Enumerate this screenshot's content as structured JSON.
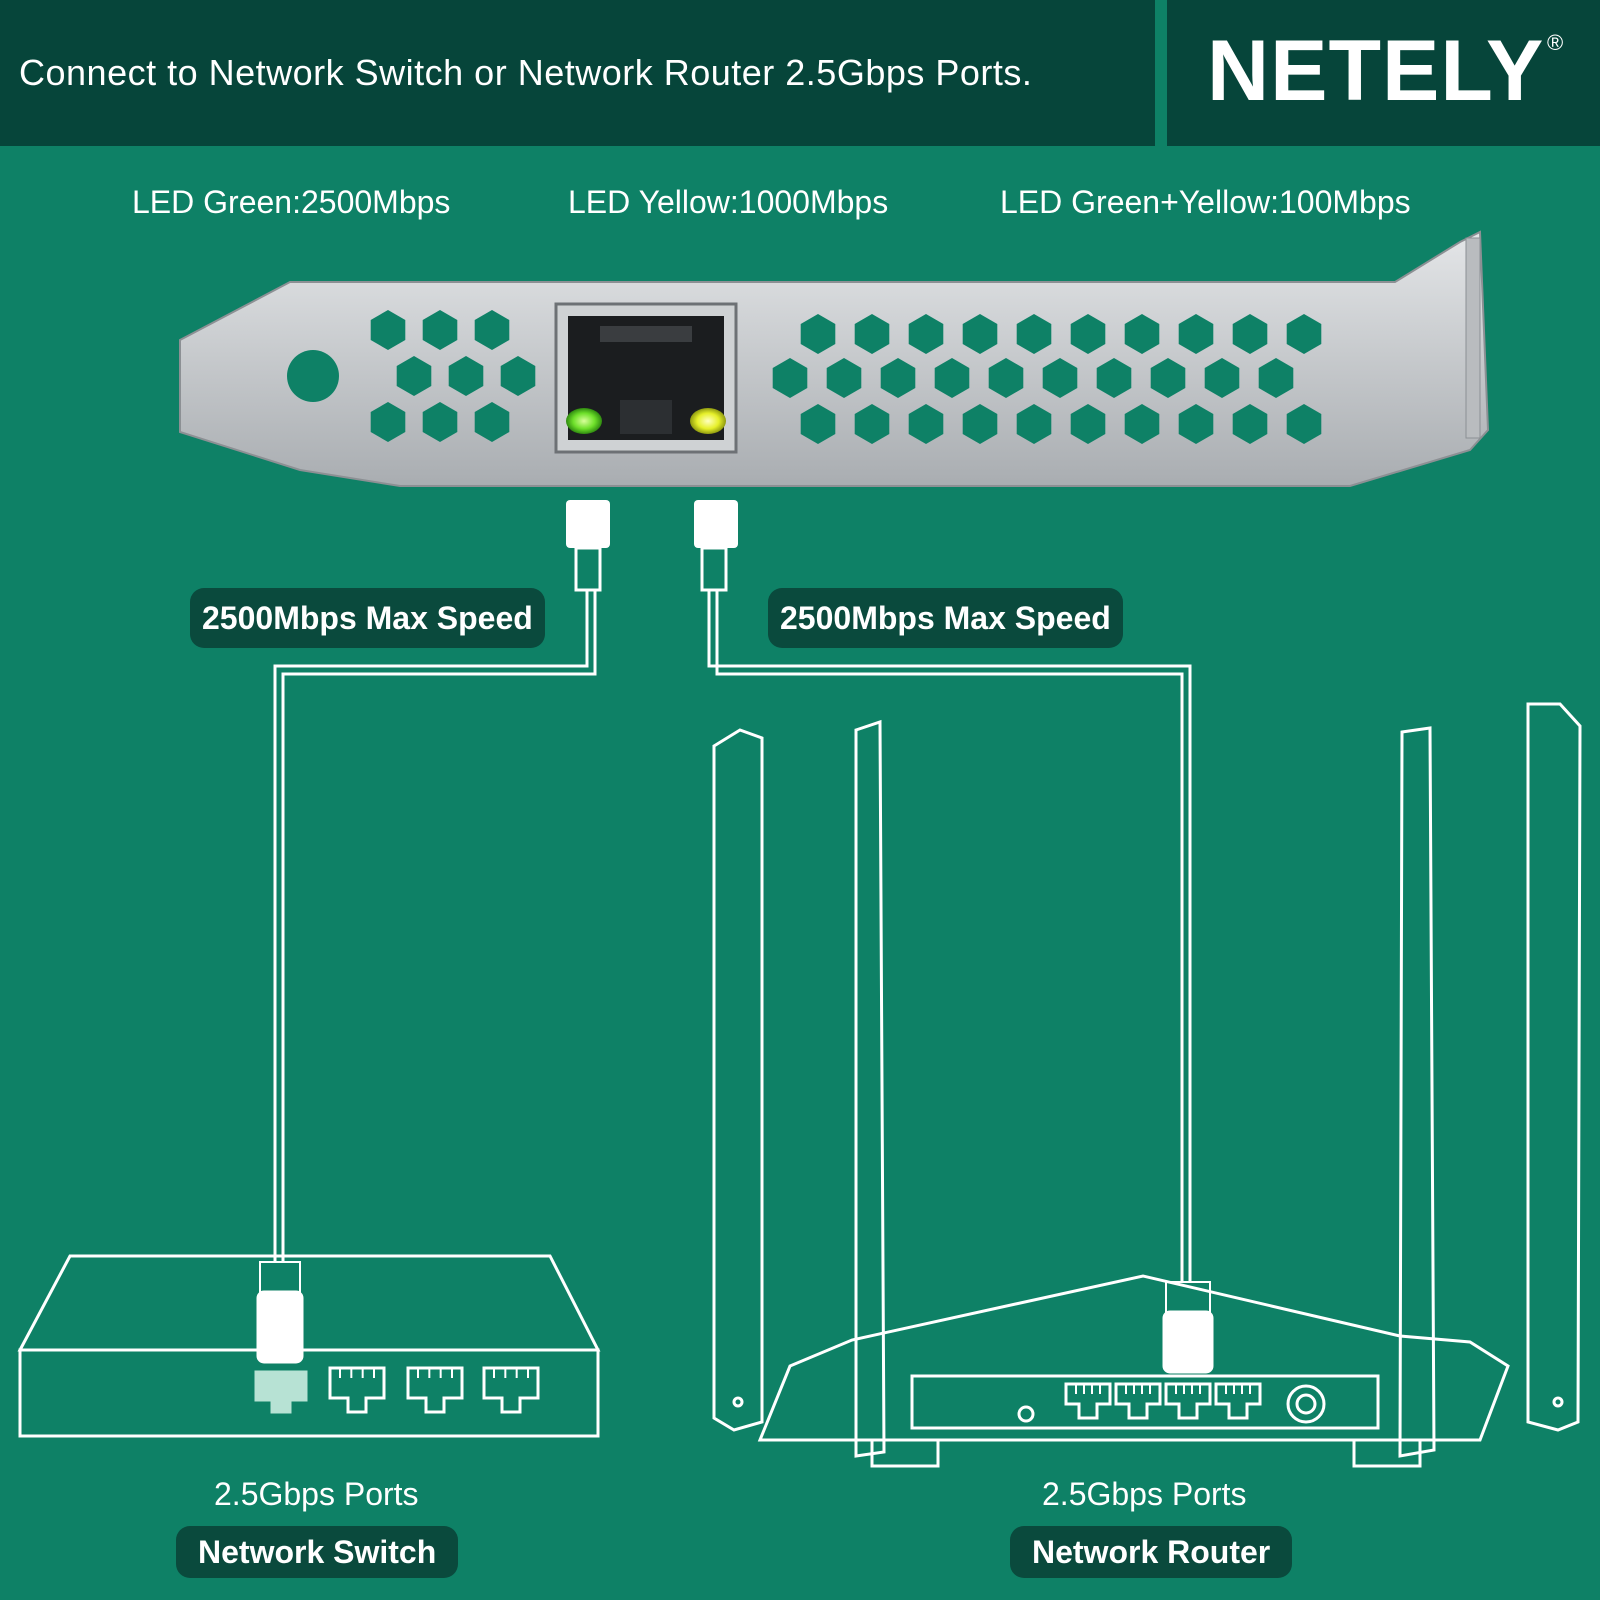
{
  "header": {
    "title": "Connect to Network Switch or Network Router 2.5Gbps Ports.",
    "brand": "NETELY",
    "registered_mark": "®"
  },
  "leds": {
    "green": "LED Green:2500Mbps",
    "yellow": "LED Yellow:1000Mbps",
    "green_yellow": "LED Green+Yellow:100Mbps"
  },
  "links": {
    "left_speed": "2500Mbps Max Speed",
    "right_speed": "2500Mbps Max Speed"
  },
  "switch": {
    "ports_label": "2.5Gbps Ports",
    "name": "Network Switch"
  },
  "router": {
    "ports_label": "2.5Gbps Ports",
    "name": "Network Router"
  },
  "colors": {
    "background": "#0e8166",
    "header": "#06453a",
    "pill": "#0a4a3d",
    "led_green": "#6ee02a",
    "led_yellow": "#e6f02a",
    "bracket": "#c9ccce"
  }
}
